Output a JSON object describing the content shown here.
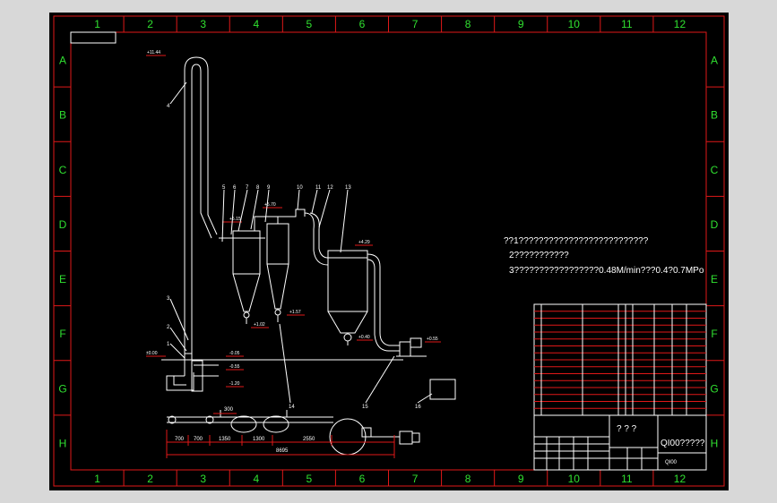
{
  "border": {
    "columns": [
      "1",
      "2",
      "3",
      "4",
      "5",
      "6",
      "7",
      "8",
      "9",
      "10",
      "11",
      "12"
    ],
    "rows": [
      "A",
      "B",
      "C",
      "D",
      "E",
      "F",
      "G",
      "H"
    ]
  },
  "elevations": {
    "e_top": "+11.44",
    "e_515": "+5.15",
    "e_570": "+5.70",
    "e_429": "+4.29",
    "e_102": "+1.02",
    "e_157": "+1.57",
    "e_040": "+0.40",
    "e_055": "+0.55",
    "e_000": "±0.00",
    "e_m005": "-0.05",
    "e_m055": "-0.55",
    "e_m120": "-1.20"
  },
  "callouts": [
    "1",
    "2",
    "3",
    "4",
    "5",
    "6",
    "7",
    "8",
    "9",
    "10",
    "11",
    "12",
    "13",
    "14",
    "15",
    "16"
  ],
  "dimensions": {
    "d300": "300",
    "d700a": "700",
    "d700b": "700",
    "d1350": "1350",
    "d1300": "1300",
    "d2550": "2550",
    "d8695": "8695"
  },
  "notes": [
    "??1??????????????????????????",
    "2???????????",
    "3?????????????????0.48M/min???0.4?0.7MPo"
  ],
  "title_block": {
    "marks": "?  ?  ?",
    "title": "QI00?????",
    "code": "QI00"
  }
}
